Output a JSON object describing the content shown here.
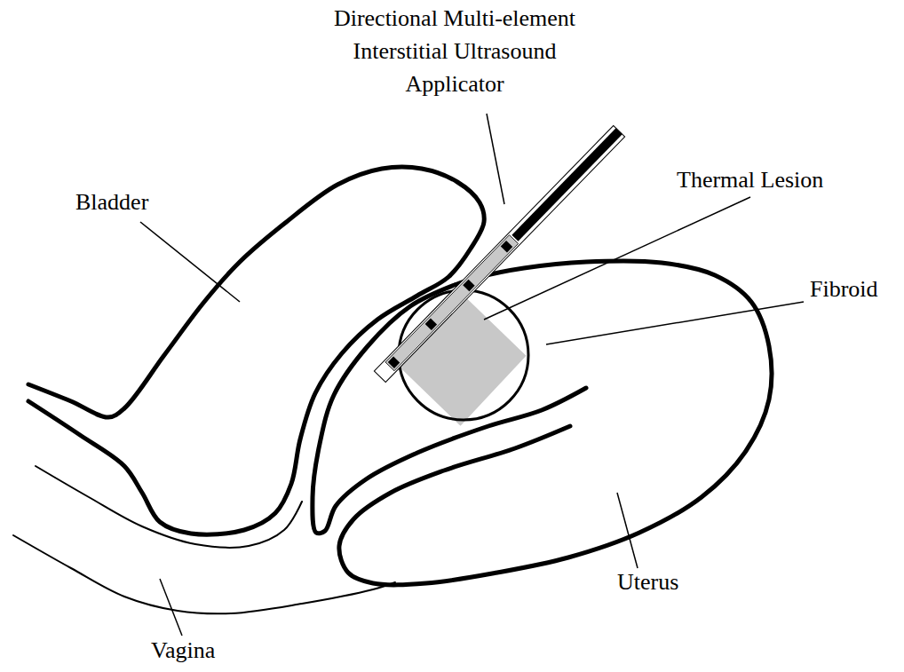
{
  "diagram": {
    "labels": [
      "Directional Multi-element Interstitial Ultrasound Applicator",
      "Thermal Lesion",
      "Fibroid",
      "Bladder",
      "Vagina",
      "Uterus"
    ]
  }
}
